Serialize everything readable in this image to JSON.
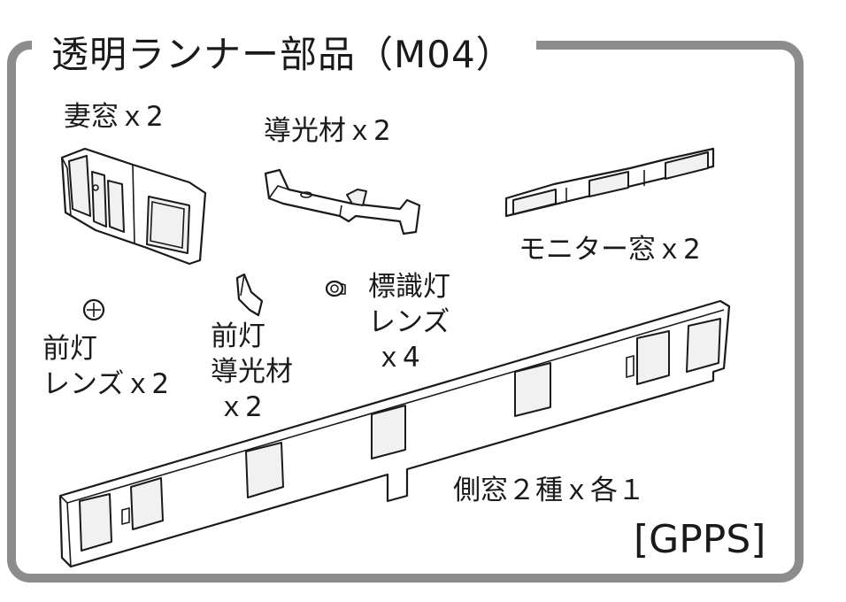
{
  "sheet": {
    "title": "透明ランナー部品（M04）",
    "material": "[GPPS]"
  },
  "parts": [
    {
      "id": "end-window",
      "icon": "end-window-part-icon",
      "label": "妻窓ｘ2"
    },
    {
      "id": "light-guide",
      "icon": "light-guide-part-icon",
      "label": "導光材ｘ2"
    },
    {
      "id": "monitor-window",
      "icon": "monitor-window-part-icon",
      "label": "モニター窓ｘ2"
    },
    {
      "id": "marker-lens",
      "icon": "marker-lens-part-icon",
      "label_lines": [
        "標識灯",
        "レンズ",
        "ｘ4"
      ]
    },
    {
      "id": "headlight-guide",
      "icon": "headlight-guide-part-icon",
      "label_lines": [
        "前灯",
        "導光材",
        "ｘ2"
      ]
    },
    {
      "id": "headlight-lens",
      "icon": "headlight-lens-part-icon",
      "label_lines": [
        "前灯",
        "レンズｘ2"
      ]
    },
    {
      "id": "side-window",
      "icon": "side-window-part-icon",
      "label": "側窓２種ｘ各１"
    }
  ],
  "colors": {
    "frame": "#8c8c8c",
    "ink": "#1a1a1a",
    "background": "#ffffff"
  }
}
